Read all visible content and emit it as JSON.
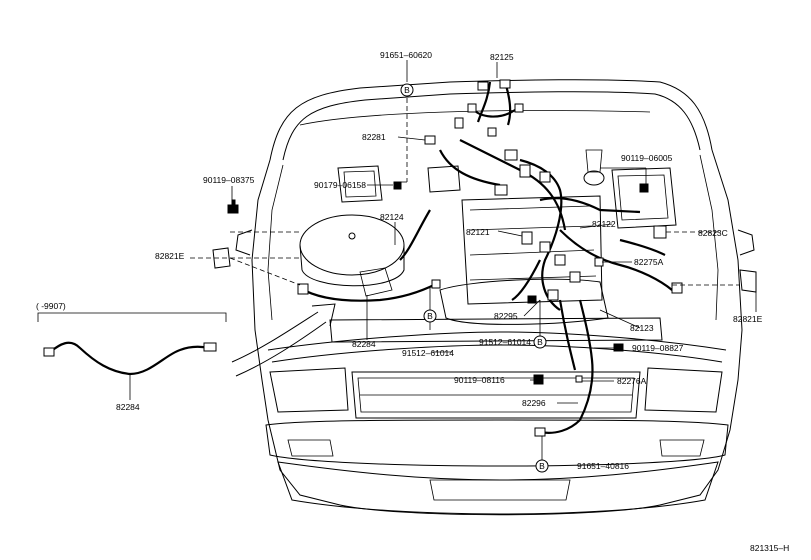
{
  "diagram": {
    "inset_label": "(    -9907)",
    "figure_code": "821315–H",
    "callouts": {
      "p91651_60620": "91651–60620",
      "p82125": "82125",
      "p82281": "82281",
      "p90119_08375": "90119–08375",
      "p90179_06158": "90179–06158",
      "p82124": "82124",
      "p82821E_left": "82821E",
      "p82284_main": "82284",
      "p82284_inset": "82284",
      "p91512_61014_a": "91512–61014",
      "p91512_61014_b": "91512–61014",
      "p82121": "82121",
      "p82122": "82122",
      "p90119_06005": "90119–06005",
      "p82823C": "82823C",
      "p82275A": "82275A",
      "p82821E_right": "82821E",
      "p82123": "82123",
      "p82295": "82295",
      "p90119_08827": "90119–08827",
      "p90119_08116": "90119–08116",
      "p82276A": "82276A",
      "p82296": "82296",
      "p91651_40816": "91651–40816",
      "b_marker": "B"
    }
  }
}
